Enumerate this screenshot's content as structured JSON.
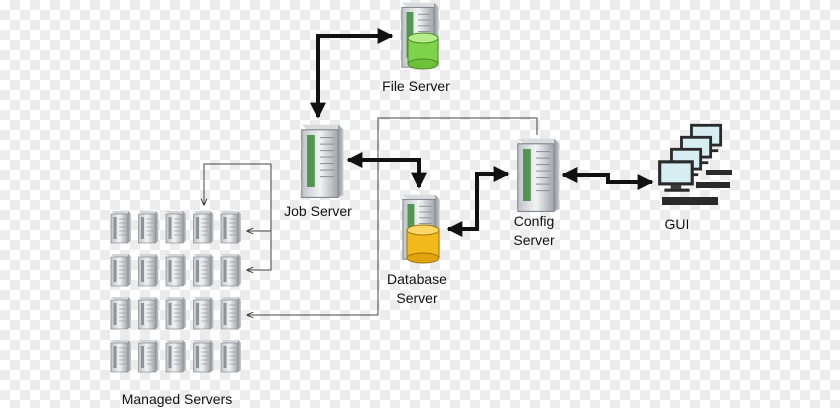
{
  "nodes": {
    "file_server": {
      "label": "File Server"
    },
    "job_server": {
      "label": "Job Server"
    },
    "database_server": {
      "label_line1": "Database",
      "label_line2": "Server"
    },
    "config_server": {
      "label_line1": "Config",
      "label_line2": "Server"
    },
    "gui": {
      "label": "GUI"
    },
    "managed_servers": {
      "label": "Managed Servers",
      "rows": 4,
      "columns": 5
    }
  },
  "colors": {
    "file_server_disk": "#7fd34a",
    "database_server_disk": "#f2b81c",
    "arrow": "#111111",
    "connector": "#444444"
  }
}
